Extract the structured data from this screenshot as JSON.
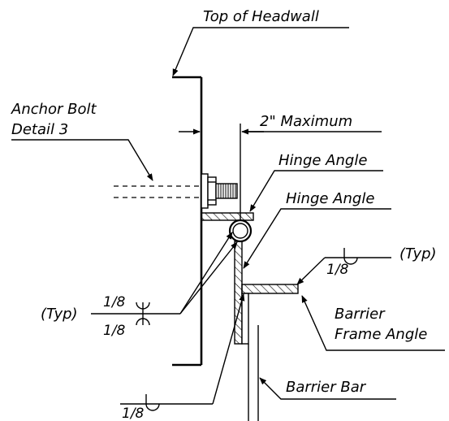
{
  "labels": {
    "top_of_headwall": "Top of Headwall",
    "anchor_bolt_line1": "Anchor Bolt",
    "anchor_bolt_line2": "Detail 3",
    "two_inch_maximum": "2\" Maximum",
    "hinge_angle_upper": "Hinge Angle",
    "hinge_angle_lower": "Hinge Angle",
    "typ_right": "(Typ)",
    "typ_left": "(Typ)",
    "barrier_frame_line1": "Barrier",
    "barrier_frame_line2": "Frame Angle",
    "barrier_bar": "Barrier Bar"
  },
  "welds": {
    "right_fraction": "1/8",
    "left_fraction_top": "1/8",
    "left_fraction_bottom": "1/8",
    "bottom_fraction": "1/8"
  }
}
